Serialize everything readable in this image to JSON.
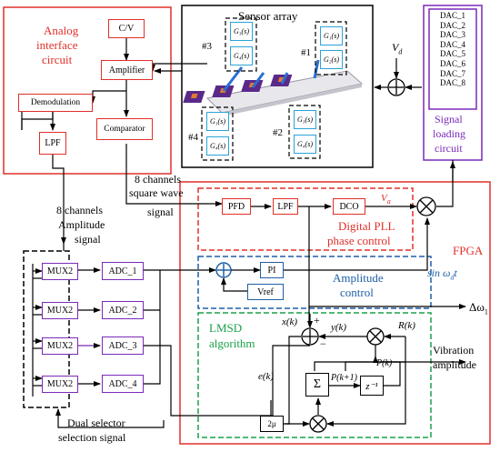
{
  "colors": {
    "red": "#e0302a",
    "blue": "#1f5fa8",
    "green": "#1aa04a",
    "purple": "#7a2ab8",
    "cyan": "#2aa3d8",
    "black": "#000000"
  },
  "analog": {
    "title_line1": "Analog",
    "title_line2": "interface",
    "title_line3": "circuit",
    "cv": "C/V",
    "amplifier": "Amplifier",
    "demodulation": "Demodulation",
    "comparator": "Comparator",
    "lpf": "LPF"
  },
  "sensor": {
    "title": "Sensor array",
    "g1": "G₁(s)",
    "g2": "G₂(s)",
    "g3": "G₃(s)",
    "g4": "G₄(s)",
    "n1": "#1",
    "n2": "#2",
    "n3": "#3",
    "n4": "#4"
  },
  "vd": "V",
  "vd_sub": "d",
  "signal_loading": {
    "dacs": [
      "DAC_1",
      "DAC_2",
      "DAC_3",
      "DAC_4",
      "DAC_5",
      "DAC_6",
      "DAC_7",
      "DAC_8"
    ],
    "label_line1": "Signal",
    "label_line2": "loading",
    "label_line3": "circuit"
  },
  "square_wave": {
    "line1": "8 channels",
    "line2": "square wave",
    "line3": "signal"
  },
  "amplitude_signal": {
    "line1": "8 channels",
    "line2": "Amplitude",
    "line3": "signal"
  },
  "pll": {
    "pfd": "PFD",
    "lpf": "LPF",
    "dco": "DCO",
    "va": "V",
    "va_sub": "a",
    "label_line1": "Digital PLL",
    "label_line2": "phase control"
  },
  "fpga": "FPGA",
  "amplitude_control": {
    "pi": "PI",
    "vref": "Vref",
    "label_line1": "Amplitude",
    "label_line2": "control",
    "sin_label": "sin ω",
    "sin_sub": "d",
    "sin_t": "t"
  },
  "delta_omega": "Δω",
  "delta_omega_sub": "1",
  "lmsd": {
    "label_line1": "LMSD",
    "label_line2": "algorithm",
    "x": "x(k)",
    "y": "y(k)",
    "r": "R(k)",
    "e": "e(k)",
    "p1": "P(k+1)",
    "p": "P(k)",
    "sum": "Σ",
    "z": "z⁻¹",
    "two_mu": "2μ",
    "plus": "+",
    "minus": "−"
  },
  "vibration": {
    "line1": "Vibration",
    "line2": "amplitude"
  },
  "mux": {
    "items": [
      "MUX2",
      "MUX2",
      "MUX2",
      "MUX2"
    ]
  },
  "adc": {
    "items": [
      "ADC_1",
      "ADC_2",
      "ADC_3",
      "ADC_4"
    ]
  },
  "selector": {
    "line1": "Dual selector",
    "line2": "selection signal"
  }
}
